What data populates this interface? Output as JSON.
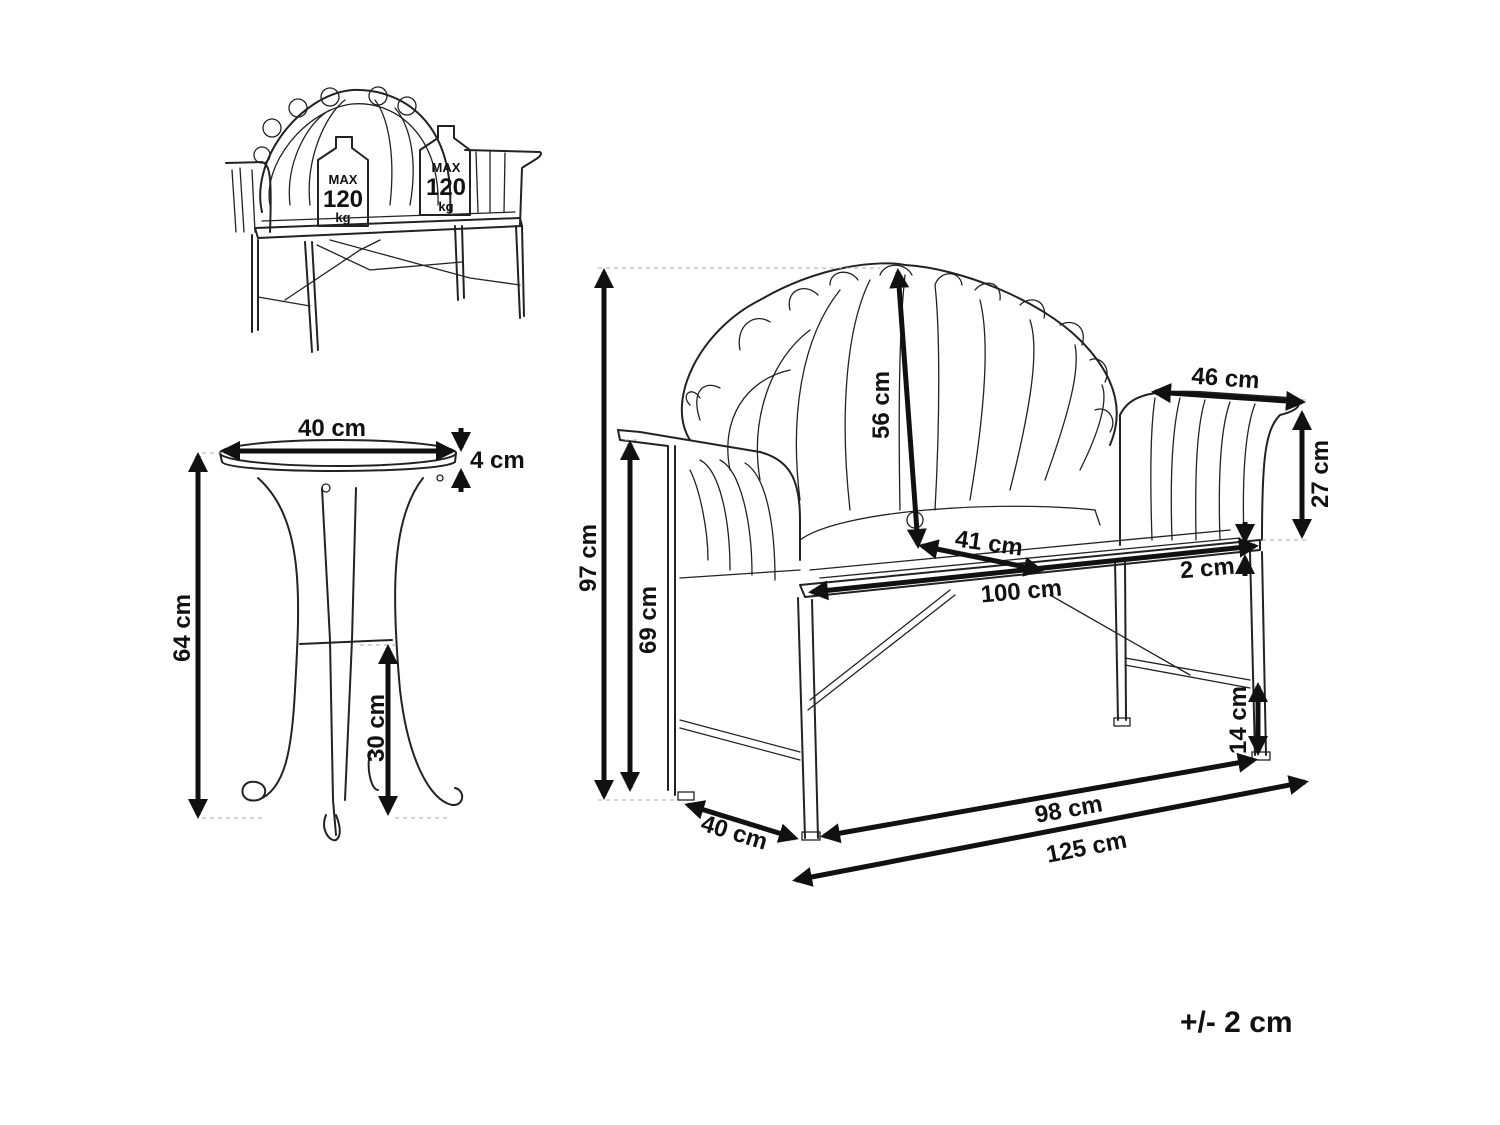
{
  "small_bench": {
    "weight_label_left": {
      "max": "MAX",
      "value": "120",
      "unit": "kg"
    },
    "weight_label_right": {
      "max": "MAX",
      "value": "120",
      "unit": "kg"
    }
  },
  "table": {
    "diameter": "40 cm",
    "top_thickness": "4 cm",
    "height": "64 cm",
    "ring_height": "30 cm"
  },
  "bench": {
    "total_height": "97 cm",
    "back_height": "56 cm",
    "armrest_height": "69 cm",
    "armrest_depth": "46 cm",
    "armrest_rise": "27 cm",
    "seat_depth": "41 cm",
    "seat_width": "100 cm",
    "seat_thickness": "2 cm",
    "stretcher_height": "14 cm",
    "depth": "40 cm",
    "leg_span": "98 cm",
    "total_width": "125 cm"
  },
  "tolerance": "+/- 2 cm"
}
